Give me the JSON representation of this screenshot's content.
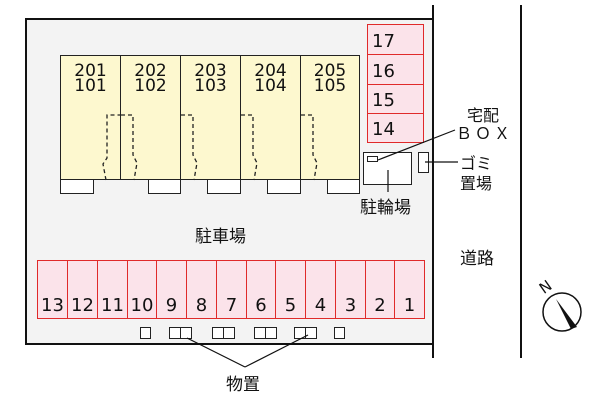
{
  "site": {
    "parking_label": "駐車場",
    "bicycle_parking_label": "駐輪場",
    "delivery_box_label_line1": "宅配",
    "delivery_box_label_line2": "ＢＯＸ",
    "garbage_label_line1": "ゴミ",
    "garbage_label_line2": "置場",
    "road_label": "道路",
    "storage_label": "物置",
    "north_label": "N"
  },
  "units": [
    {
      "upper": "201",
      "lower": "101"
    },
    {
      "upper": "202",
      "lower": "102"
    },
    {
      "upper": "203",
      "lower": "103"
    },
    {
      "upper": "204",
      "lower": "104"
    },
    {
      "upper": "205",
      "lower": "105"
    }
  ],
  "parking_right": [
    "17",
    "16",
    "15",
    "14"
  ],
  "parking_bottom": [
    "13",
    "12",
    "11",
    "10",
    "9",
    "8",
    "7",
    "6",
    "5",
    "4",
    "3",
    "2",
    "1"
  ],
  "colors": {
    "unit_fill": "#fdf8cf",
    "parking_fill": "#fbe3ea",
    "parking_border": "#e02a2a",
    "lot_fill": "#f3f3f3"
  }
}
